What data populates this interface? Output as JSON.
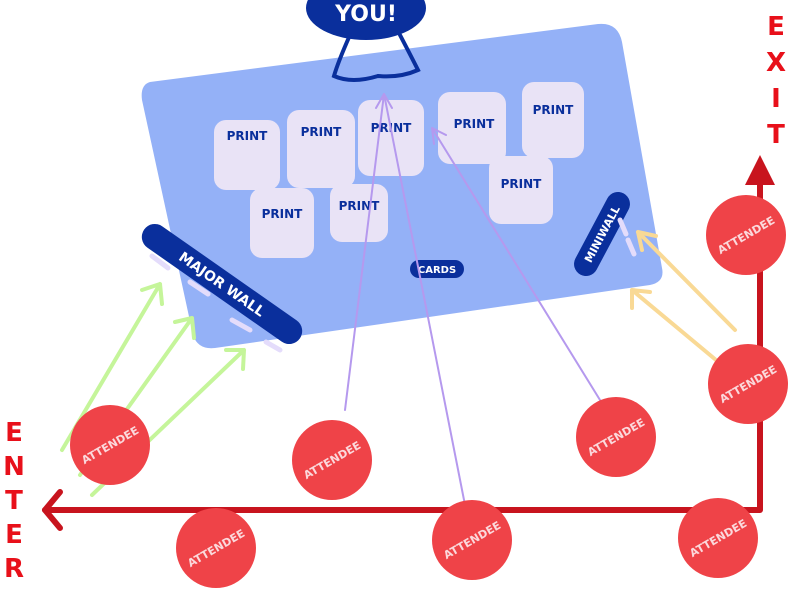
{
  "speaker": {
    "label": "YOU!"
  },
  "prints": [
    {
      "label": "PRINT"
    },
    {
      "label": "PRINT"
    },
    {
      "label": "PRINT"
    },
    {
      "label": "PRINT"
    },
    {
      "label": "PRINT"
    },
    {
      "label": "PRINT"
    },
    {
      "label": "PRINT"
    },
    {
      "label": "PRINT"
    }
  ],
  "walls": {
    "major": "MAJOR WALL",
    "minor": "MINIWALL"
  },
  "cards": {
    "label": "CARDS"
  },
  "attendees": [
    {
      "label": "ATTENDEE"
    },
    {
      "label": "ATTENDEE"
    },
    {
      "label": "ATTENDEE"
    },
    {
      "label": "ATTENDEE"
    },
    {
      "label": "ATTENDEE"
    },
    {
      "label": "ATTENDEE"
    },
    {
      "label": "ATTENDEE"
    },
    {
      "label": "ATTENDEE"
    }
  ],
  "enter": {
    "label": "ENTER"
  },
  "exit": {
    "label": "EXIT"
  },
  "colors": {
    "table": "#94b1f7",
    "print": "#e9e3f6",
    "wall": "#0a2f9c",
    "attendee": "#ef4348",
    "path": "#c8141e",
    "arrow_green": "#c5f59a",
    "arrow_purple": "#b599ee",
    "arrow_yellow": "#f9d995"
  }
}
